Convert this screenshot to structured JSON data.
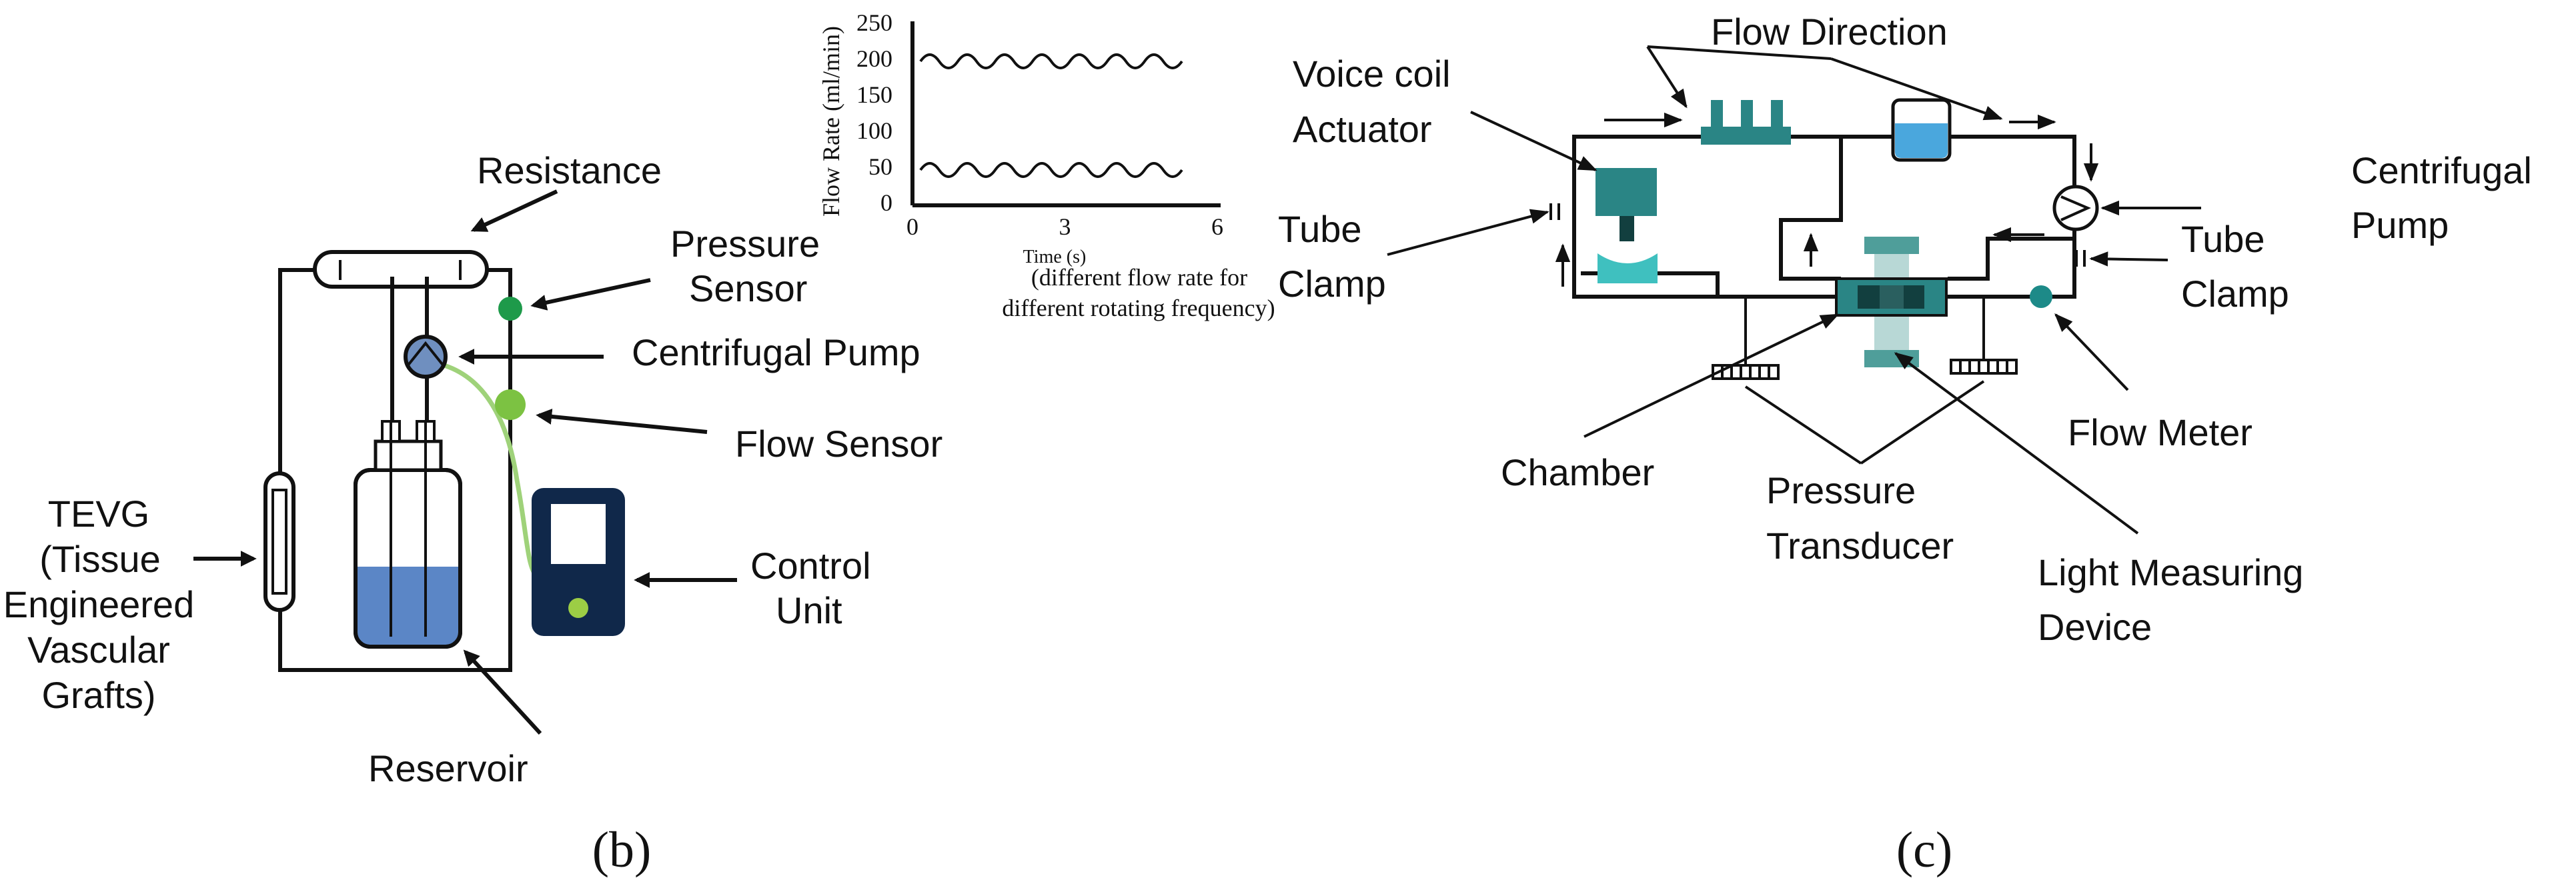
{
  "panel_b": {
    "label": "(b)",
    "labels": {
      "resistance": "Resistance",
      "pressure_sensor": [
        "Pressure",
        "Sensor"
      ],
      "centrifugal_pump": "Centrifugal Pump",
      "flow_sensor": "Flow Sensor",
      "control_unit": [
        "Control",
        "Unit"
      ],
      "reservoir": "Reservoir",
      "tevg": [
        "TEVG",
        "(Tissue",
        "Engineered",
        "Vascular",
        "Grafts)"
      ]
    },
    "inset_chart": {
      "y_axis_label": "Flow Rate (ml/min)",
      "x_axis_label": "Time (s)",
      "caption": [
        "(different flow rate for",
        "different rotating frequency)"
      ],
      "y_ticks": [
        "250",
        "200",
        "150",
        "100",
        "50",
        "0"
      ],
      "x_ticks": [
        "0",
        "3",
        "6"
      ]
    }
  },
  "panel_c": {
    "label": "(c)",
    "labels": {
      "flow_direction": "Flow Direction",
      "voice_coil": [
        "Voice coil",
        "Actuator"
      ],
      "tube_clamp_left": [
        "Tube",
        "Clamp"
      ],
      "centrifugal_pump": [
        "Centrifugal",
        "Pump"
      ],
      "tube_clamp_right": [
        "Tube",
        "Clamp"
      ],
      "flow_meter": "Flow Meter",
      "chamber": "Chamber",
      "pressure_transducer": [
        "Pressure",
        "Transducer"
      ],
      "light_measuring": [
        "Light Measuring",
        "Device"
      ]
    }
  },
  "colors": {
    "fluid_blue": "#5b86c6",
    "pump_blue": "#6f8fbf",
    "control_unit": "#10284a",
    "sensor_green_dark": "#1e9a4a",
    "sensor_green_light": "#7cc242",
    "teal": "#2a8585",
    "teal_light": "#3fc0bf",
    "teal_dark": "#123f3f",
    "flow_meter": "#1d8a88",
    "cyan_fluid": "#4aa7dd"
  }
}
